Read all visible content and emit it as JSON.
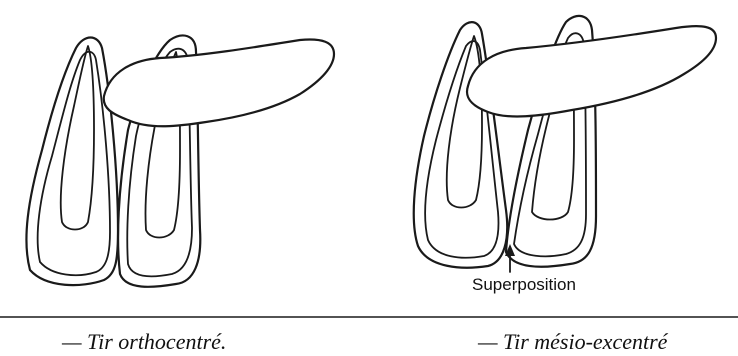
{
  "annotation": {
    "superposition_label": "Superposition"
  },
  "captions": {
    "left": "— Tir orthocentré.",
    "right": "— Tir mésio-excentré"
  },
  "colors": {
    "ink": "#1a1a1a",
    "background": "#ffffff"
  }
}
